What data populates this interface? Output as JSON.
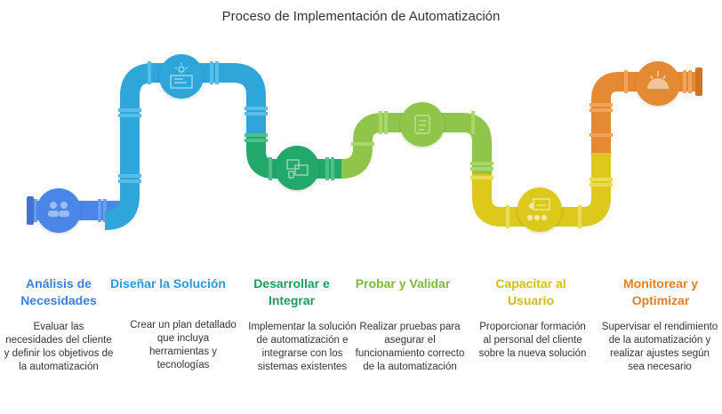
{
  "title": "Proceso de Implementación de Automatización",
  "colors": {
    "blue": "#4a86e8",
    "cyan": "#2fa6d9",
    "teal": "#22a86a",
    "green": "#8fc54a",
    "yellow": "#ddc81c",
    "orange": "#e48a32"
  },
  "steps": [
    {
      "title": "Análisis de Necesidades",
      "description": "Evaluar las necesidades del cliente y definir los objetivos de la automatización",
      "color": "#3d7fe0",
      "icon": "people-icon"
    },
    {
      "title": "Diseñar la Solución",
      "description": "Crear un plan detallado que incluya herramientas y tecnologías",
      "color": "#2d97d3",
      "icon": "blueprint-icon"
    },
    {
      "title": "Desarrollar e Integrar",
      "description": "Implementar la solución de automatización e integrarse con los sistemas existentes",
      "color": "#1f9a5e",
      "icon": "devices-icon"
    },
    {
      "title": "Probar y Validar",
      "description": "Realizar pruebas para asegurar el funcionamiento correcto de la automatización",
      "color": "#7cb83e",
      "icon": "checklist-icon"
    },
    {
      "title": "Capacitar al Usuario",
      "description": "Proporcionar formación al personal del cliente sobre la nueva solución",
      "color": "#d4bd12",
      "icon": "training-icon"
    },
    {
      "title": "Monitorear y Optimizar",
      "description": "Supervisar el rendimiento de la automatización y realizar ajustes según sea necesario",
      "color": "#e07f2a",
      "icon": "gauge-icon"
    }
  ]
}
